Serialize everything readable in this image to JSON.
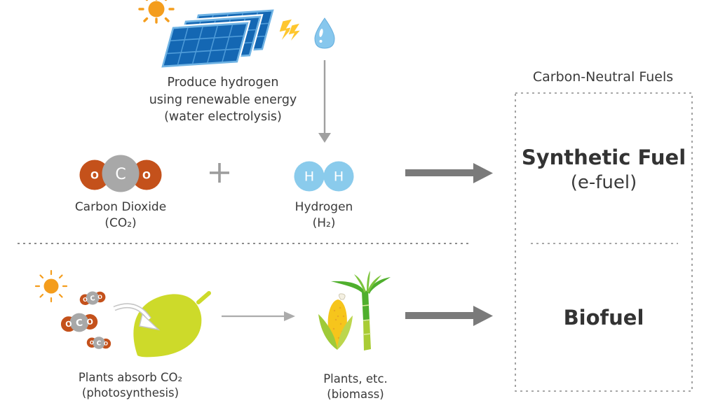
{
  "title": "Carbon-Neutral Fuels",
  "colors": {
    "text": "#3a3a3a",
    "sun": "#F49D1D",
    "panel_blue": "#1467B3",
    "panel_frame": "#6FB3E4",
    "bolt_yellow": "#FEC62E",
    "droplet_blue": "#87C7ED",
    "oxygen_orange": "#C4511B",
    "carbon_gray": "#A8A8A8",
    "hydrogen_blue": "#8ACBEC",
    "leaf_green": "#CDDA2A",
    "corn_yellow": "#F6C51C",
    "husk_green": "#9FCA38",
    "husk_green_light": "#BCD64D",
    "cane_green": "#4FAF2D",
    "cane_green_light": "#A9CC35",
    "arrow_big_gray": "#7A7A7A",
    "arrow_thin_gray": "#ABABAB",
    "dash_gray": "#8C8C8C"
  },
  "electrolysis": {
    "caption": [
      "Produce hydrogen",
      "using renewable energy",
      "(water electrolysis)"
    ]
  },
  "reaction": {
    "carbon_dioxide": {
      "label": "Carbon Dioxide",
      "formula": "(CO₂)",
      "atoms": [
        "O",
        "C",
        "O"
      ]
    },
    "plus": "+",
    "hydrogen": {
      "label": "Hydrogen",
      "formula": "(H₂)",
      "atoms": [
        "H",
        "H"
      ]
    }
  },
  "outputs": {
    "synthetic_fuel": {
      "name": "Synthetic Fuel",
      "subtitle": "(e-fuel)"
    },
    "biofuel": {
      "name": "Biofuel"
    }
  },
  "biomass_path": {
    "absorb_caption": [
      "Plants absorb CO₂",
      "(photosynthesis)"
    ],
    "plants_caption": [
      "Plants, etc.",
      "(biomass)"
    ]
  }
}
